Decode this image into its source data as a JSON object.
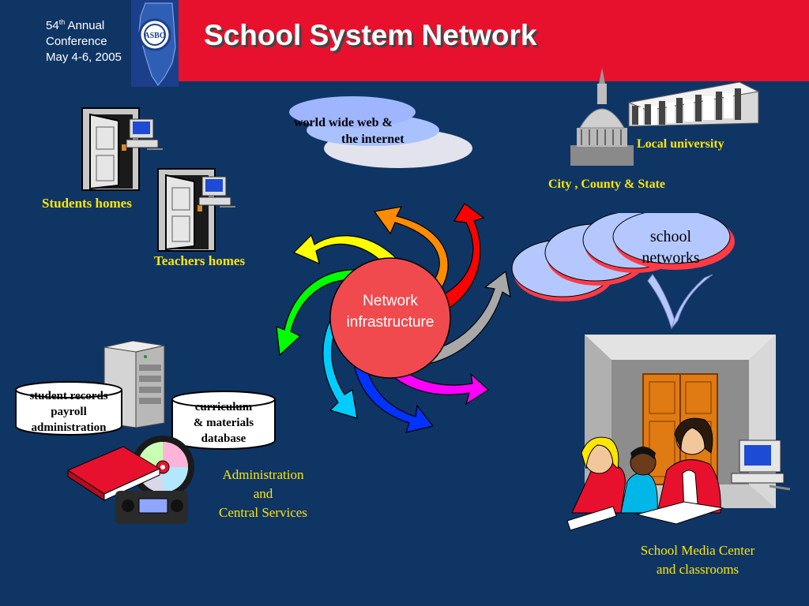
{
  "header": {
    "conference_ordinal": "54",
    "conference_ordinal_suffix": "th",
    "conference_line1_rest": " Annual",
    "conference_line2": "Conference",
    "conference_line3": "May 4-6, 2005",
    "logo_text": "ASBO",
    "title": "School System Network"
  },
  "cloud": {
    "line1": "world wide web &",
    "line2": "the internet"
  },
  "labels": {
    "students_homes": "Students homes",
    "teachers_homes": "Teachers homes",
    "local_university": "Local university",
    "city_county_state": "City , County & State",
    "school_networks_line1": "school",
    "school_networks_line2": "networks",
    "network_line1": "Network",
    "network_line2": "infrastructure",
    "db1_line1": "student records",
    "db1_line2": "payroll",
    "db1_line3": "administration",
    "db2_line1": "curriculum",
    "db2_line2": "& materials",
    "db2_line3": "database",
    "admin_line1": "Administration",
    "admin_line2": "and",
    "admin_line3": "Central Services",
    "media_line1": "School Media Center",
    "media_line2": "and classrooms"
  },
  "colors": {
    "background": "#0f3565",
    "title_bar": "#e8112d",
    "label_yellow": "#ffe600",
    "hub": "#f04a4e",
    "arrows": [
      "#ff0000",
      "#ff8c00",
      "#ffff00",
      "#00ff00",
      "#00ccff",
      "#0033ff",
      "#ff00ff",
      "#a8a8a8"
    ]
  }
}
